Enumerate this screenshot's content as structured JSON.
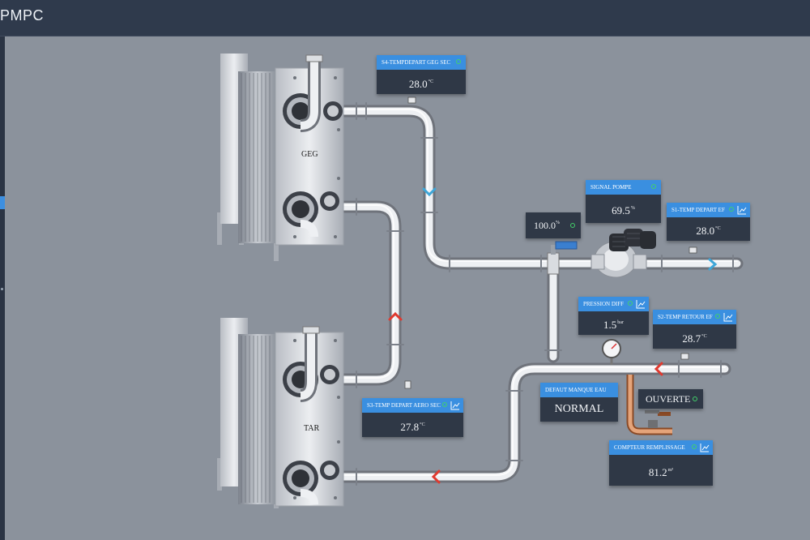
{
  "app": {
    "title": "PMPC"
  },
  "equipment": {
    "exchanger_top": "GEG",
    "exchanger_bottom": "TAR"
  },
  "colors": {
    "header": "#2f3a4c",
    "card": "#2f3846",
    "card_header": "#3a8fe0",
    "status_ok": "#43d06a",
    "flow_blue": "#3ea6d8",
    "flow_red": "#e0392f",
    "background": "#8b929c"
  },
  "sensors": {
    "s4": {
      "label": "S4-TEMPDEPART GEG SEC",
      "value": "28.0",
      "unit": "°C"
    },
    "signal_pompe": {
      "label": "SIGNAL POMPE",
      "value": "69.5",
      "unit": "%"
    },
    "s1": {
      "label": "S1-TEMP DEPART EF",
      "value": "28.0",
      "unit": "°C"
    },
    "pression_diff": {
      "label": "PRESSION DIFF",
      "value": "1.5",
      "unit": "bar"
    },
    "s2": {
      "label": "S2-TEMP RETOUR EF",
      "value": "28.7",
      "unit": "°C"
    },
    "s3": {
      "label": "S3-TEMP DEPART AERO SEC",
      "value": "27.8",
      "unit": "°C"
    },
    "defaut_eau": {
      "label": "DEFAUT MANQUE EAU",
      "value": "NORMAL"
    },
    "compteur": {
      "label": "COMPTEUR REMPLISSAGE",
      "value": "81.2",
      "unit": "m³"
    }
  },
  "valve_opening": {
    "value": "100.0",
    "unit": "%"
  },
  "fill_valve": {
    "status": "OUVERTE"
  },
  "icons": {
    "status": "status-dot-icon",
    "trend": "trend-chart-icon",
    "flow": "flow-chevron-icon",
    "gauge": "pressure-gauge-icon"
  }
}
